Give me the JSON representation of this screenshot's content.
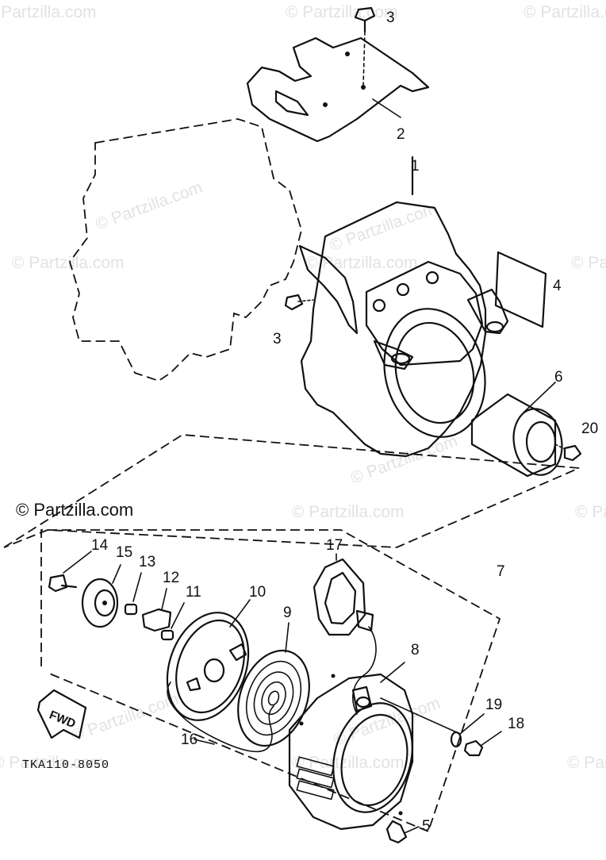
{
  "watermark": {
    "text": "© Partzilla.com",
    "primary_text": "© Partzilla.com"
  },
  "diagram_code": "TKA110-8050",
  "direction_arrow": "FWD",
  "parts": [
    {
      "id": "3",
      "label": "3"
    },
    {
      "id": "2",
      "label": "2"
    },
    {
      "id": "1",
      "label": "1"
    },
    {
      "id": "4",
      "label": "4"
    },
    {
      "id": "3b",
      "label": "3"
    },
    {
      "id": "6",
      "label": "6"
    },
    {
      "id": "20",
      "label": "20"
    },
    {
      "id": "7",
      "label": "7"
    },
    {
      "id": "14",
      "label": "14"
    },
    {
      "id": "15",
      "label": "15"
    },
    {
      "id": "13",
      "label": "13"
    },
    {
      "id": "12",
      "label": "12"
    },
    {
      "id": "11",
      "label": "11"
    },
    {
      "id": "10",
      "label": "10"
    },
    {
      "id": "9",
      "label": "9"
    },
    {
      "id": "17",
      "label": "17"
    },
    {
      "id": "8",
      "label": "8"
    },
    {
      "id": "19",
      "label": "19"
    },
    {
      "id": "18",
      "label": "18"
    },
    {
      "id": "16",
      "label": "16"
    },
    {
      "id": "5",
      "label": "5"
    }
  ]
}
